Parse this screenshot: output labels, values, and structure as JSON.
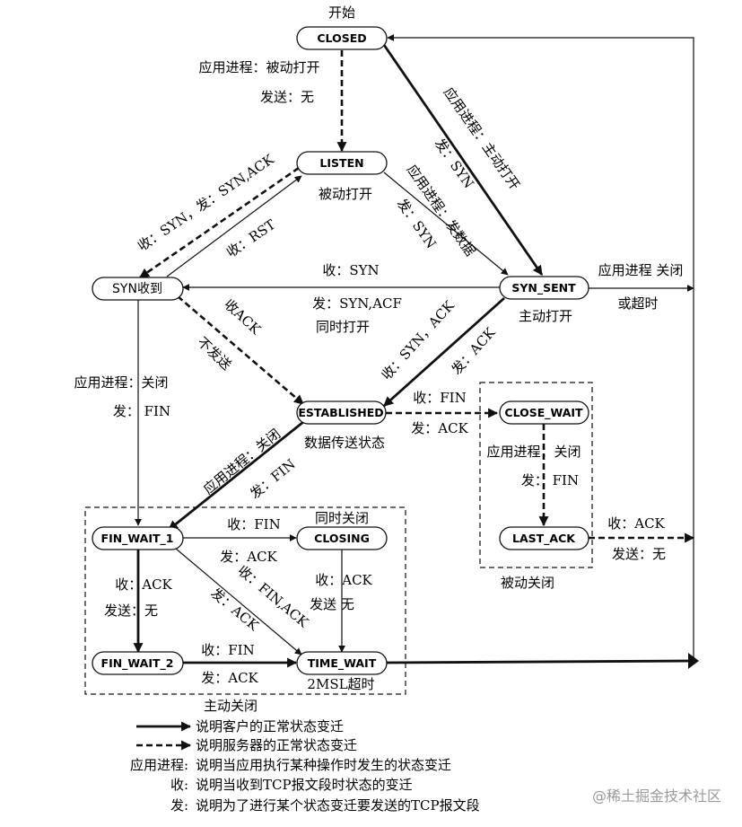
{
  "states": {
    "closed": "CLOSED",
    "listen": "LISTEN",
    "syn_rcvd": "SYN收到",
    "syn_sent": "SYN_SENT",
    "established": "ESTABLISHED",
    "close_wait": "CLOSE_WAIT",
    "last_ack": "LAST_ACK",
    "fin_wait_1": "FIN_WAIT_1",
    "closing": "CLOSING",
    "fin_wait_2": "FIN_WAIT_2",
    "time_wait": "TIME_WAIT"
  },
  "captions": {
    "start": "开始",
    "passive_open": "被动打开",
    "active_open": "主动打开",
    "data_transfer": "数据传送状态",
    "simultaneous_close": "同时关闭",
    "passive_close": "被动关闭",
    "active_close": "主动关闭",
    "timeout_2msl": "2MSL超时"
  },
  "labels": {
    "closed_listen_1": "应用进程：被动打开",
    "closed_listen_2": "发送：无",
    "closed_synsent_1": "应用进程：主动打开",
    "closed_synsent_2": "发：SYN",
    "listen_synsent_1": "应用进程：发数据",
    "listen_synsent_2": "发：SYN",
    "listen_synrcvd": "收：SYN，发：SYN,ACK",
    "synrcvd_listen": "收：RST",
    "synsent_synrcvd_1": "收：SYN",
    "synsent_synrcvd_2": "发：SYN,ACF",
    "synsent_synrcvd_3": "同时打开",
    "synsent_closed_1": "应用进程 关闭",
    "synsent_closed_2": "或超时",
    "synrcvd_est_1": "收ACK",
    "synrcvd_est_2": "不发送",
    "synsent_est_1": "收：SYN，ACK",
    "synsent_est_2": "发：ACK",
    "synrcvd_fw1_1": "应用进程：关闭",
    "synrcvd_fw1_2": "发：  FIN",
    "est_cw_1": "收：FIN",
    "est_cw_2": "发：ACK",
    "cw_la_1": "应用进程：关闭",
    "cw_la_2": "发：  FIN",
    "la_closed_1": "收：ACK",
    "la_closed_2": "发送：无",
    "est_fw1_1": "应用进程：关闭",
    "est_fw1_2": "发：FIN",
    "fw1_closing_1": "收：FIN",
    "fw1_closing_2": "发：ACK",
    "fw1_fw2_1": "收：ACK",
    "fw1_fw2_2": "发送：无",
    "fw1_tw_1": "收：FIN,ACK",
    "fw1_tw_2": "发：ACK",
    "closing_tw_1": "收：ACK",
    "closing_tw_2": "发送 无",
    "fw2_tw_1": "收：FIN",
    "fw2_tw_2": "发：ACK"
  },
  "legend": {
    "client_desc": "说明客户的正常状态变迁",
    "server_desc": "说明服务器的正常状态变迁",
    "app_key": "应用进程:",
    "app_desc": "说明当应用执行某种操作时发生的状态变迁",
    "recv_key": "收:",
    "recv_desc": "说明当收到TCP报文段时状态的变迁",
    "send_key": "发:",
    "send_desc": "说明为了进行某个状态变迁要发送的TCP报文段"
  },
  "watermark": "@稀土掘金技术社区"
}
